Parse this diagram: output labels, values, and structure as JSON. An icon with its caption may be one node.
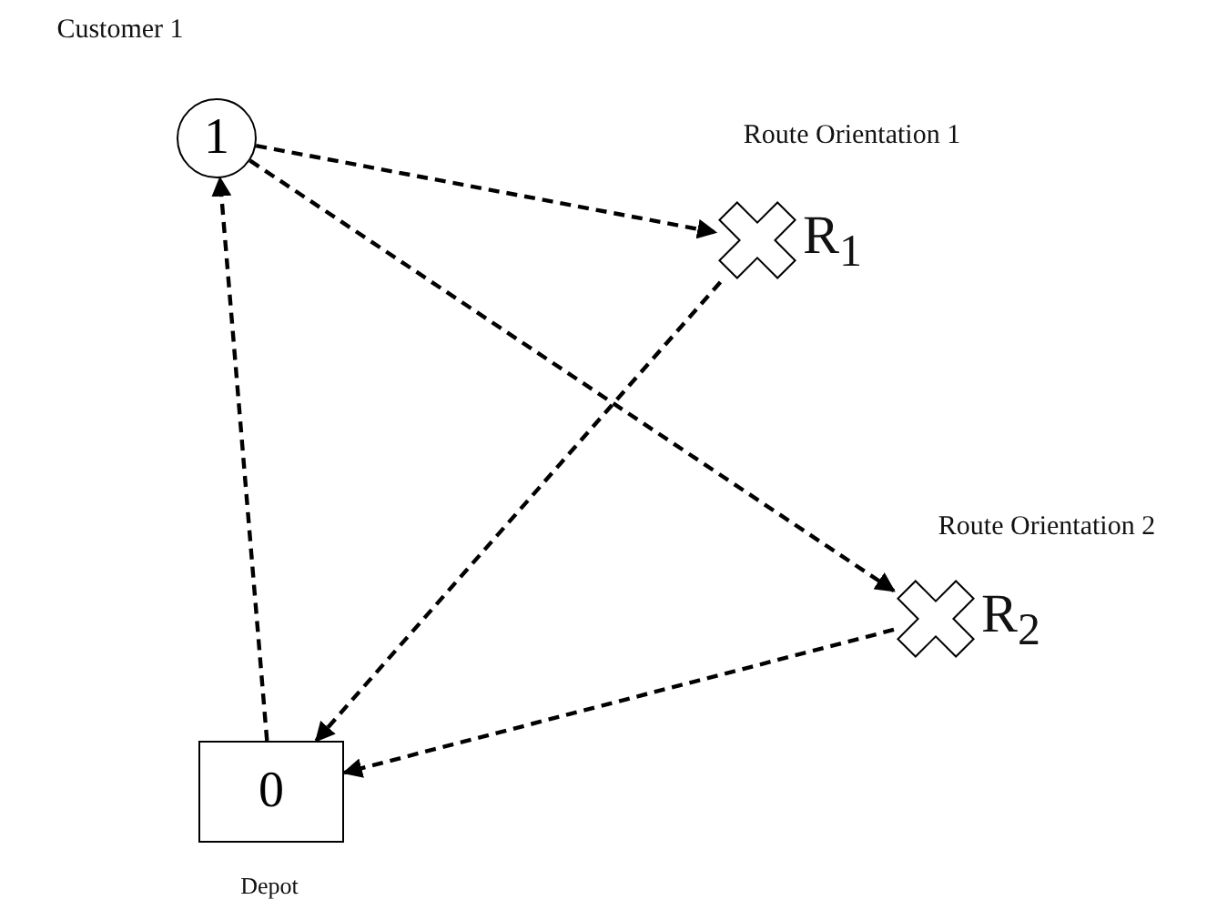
{
  "diagram": {
    "nodes": [
      {
        "text": [
          "1"
        ],
        "beside": [
          "Customer 1"
        ]
      },
      {
        "text": [
          "R$_{1}$"
        ],
        "beside": [
          "Route Orientation 1"
        ]
      },
      {
        "text": [
          "R$_{2}$"
        ],
        "beside": [
          "Route Orientation 2"
        ]
      },
      {
        "text": [
          "0"
        ],
        "beside": [
          "Depot"
        ]
      }
    ],
    "edges": [
      {
        "from": 0,
        "to": 1,
        "arrow": "to",
        "style": "dashed"
      },
      {
        "from": 0,
        "to": 2,
        "arrow": "to",
        "style": "dashed"
      },
      {
        "from": 1,
        "to": 3,
        "arrow": "to",
        "style": "dashed"
      },
      {
        "from": 2,
        "to": 3,
        "arrow": "to",
        "style": "dashed"
      },
      {
        "from": 3,
        "to": 0,
        "arrow": "to",
        "style": "dashed"
      }
    ]
  }
}
